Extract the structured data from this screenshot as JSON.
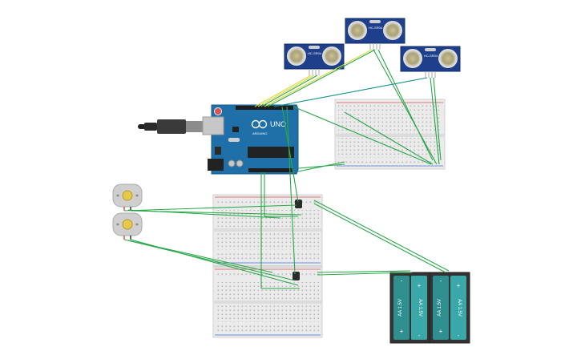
{
  "sensors": [
    {
      "label": "HC-SR04"
    },
    {
      "label": "HC-SR04"
    },
    {
      "label": "HC-SR04"
    }
  ],
  "arduino": {
    "brand": "ARDUINO",
    "model": "UNO"
  },
  "batteries": [
    {
      "label": "AA 1.5V",
      "plus": "+",
      "minus": "-"
    },
    {
      "label": "AA 1.5V",
      "plus": "+",
      "minus": "-"
    },
    {
      "label": "AA 1.5V",
      "plus": "+",
      "minus": "-"
    },
    {
      "label": "AA 1.5V",
      "plus": "+",
      "minus": "-"
    }
  ],
  "colors": {
    "wire_green": "#2aa84a",
    "wire_teal": "#17918f",
    "wire_yellow": "#d9d93b",
    "arduino_blue": "#1f6fa8",
    "sensor_blue": "#1d3f8c",
    "battery_teal": "#3aa8a8"
  }
}
